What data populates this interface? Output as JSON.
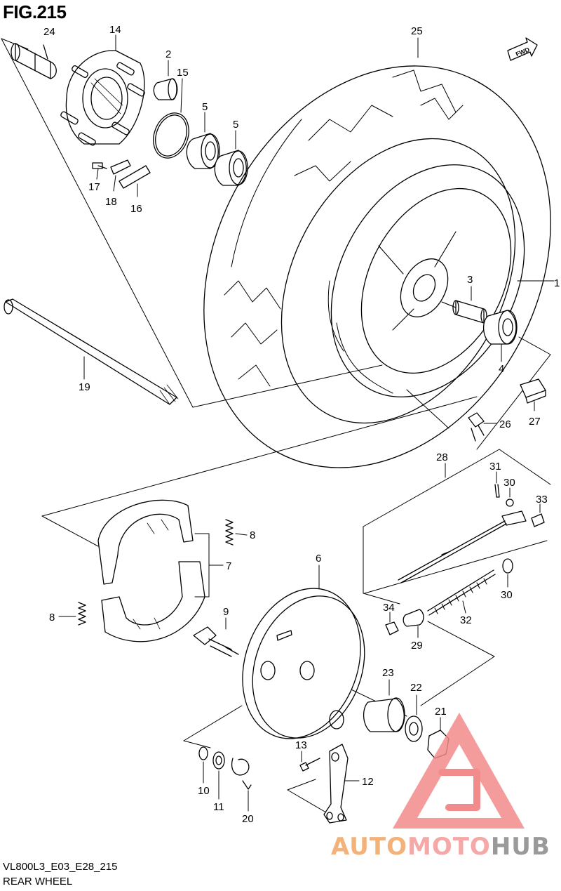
{
  "figure_title": "FIG.215",
  "model_code": "VL800L3_E03_E28_215",
  "section_name": "REAR WHEEL",
  "direction_tag": "FWD",
  "watermark": {
    "brand_part1": "AUTO",
    "brand_part2": "MOTO",
    "brand_part3": "HUB",
    "colors": {
      "auto": "#f3b27a",
      "moto": "#f4a8a8",
      "hub": "#9a9a9a",
      "triangle": "#f28b8b"
    }
  },
  "callouts": {
    "c1": "1",
    "c2": "2",
    "c3": "3",
    "c4": "4",
    "c5a": "5",
    "c5b": "5",
    "c6": "6",
    "c7": "7",
    "c8a": "8",
    "c8b": "8",
    "c9": "9",
    "c10": "10",
    "c11": "11",
    "c12": "12",
    "c13": "13",
    "c14": "14",
    "c15": "15",
    "c16": "16",
    "c17": "17",
    "c18": "18",
    "c19": "19",
    "c20": "20",
    "c21": "21",
    "c22": "22",
    "c23": "23",
    "c24": "24",
    "c25": "25",
    "c26": "26",
    "c27": "27",
    "c28": "28",
    "c29": "29",
    "c30a": "30",
    "c30b": "30",
    "c31": "31",
    "c32": "32",
    "c33": "33",
    "c34": "34"
  }
}
